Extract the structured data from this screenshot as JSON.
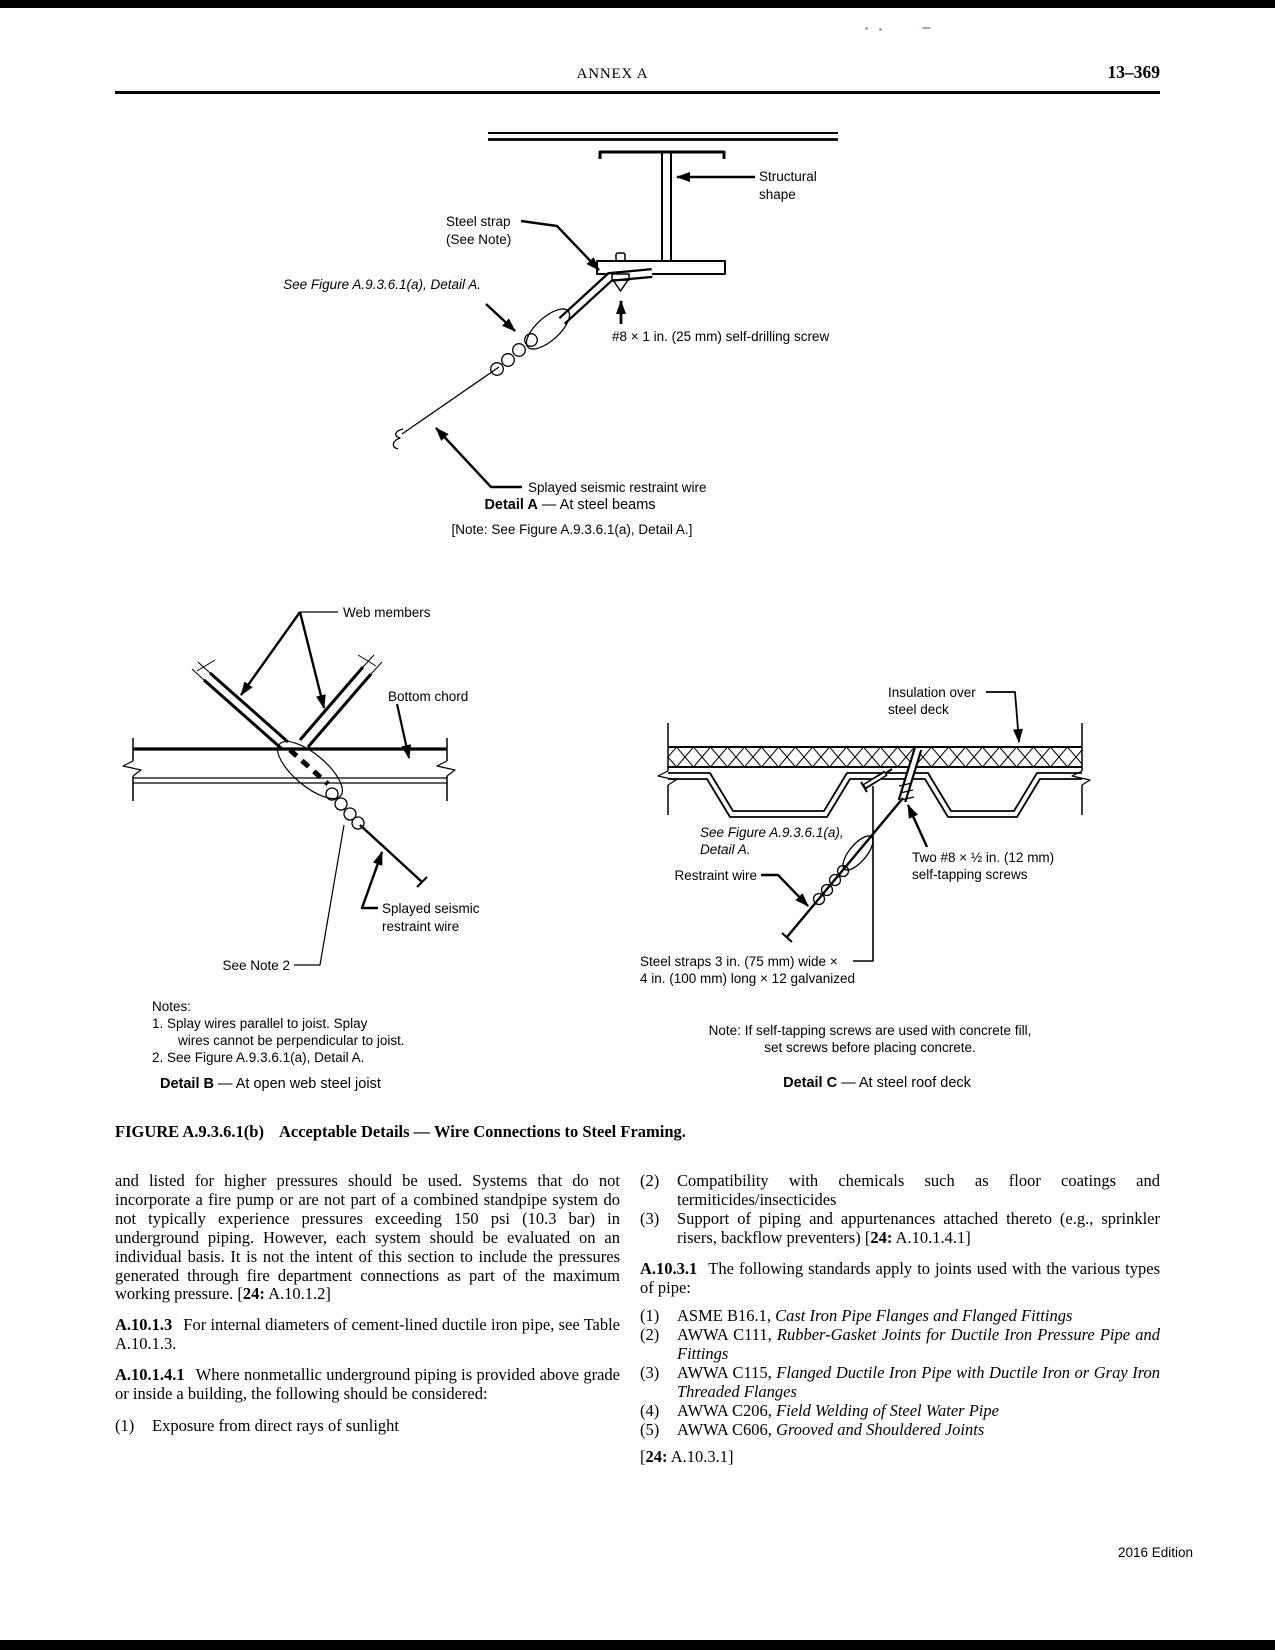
{
  "header": {
    "annex": "ANNEX A",
    "page_number": "13–369"
  },
  "figure": {
    "caption_label": "FIGURE A.9.3.6.1(b)",
    "caption_title": "Acceptable Details — Wire Connections to Steel Framing.",
    "detail_a": {
      "structural_shape": [
        "Structural",
        "shape"
      ],
      "steel_strap": [
        "Steel strap",
        "(See Note)"
      ],
      "see_figure": "See Figure A.9.3.6.1(a), Detail A.",
      "screw": "#8 × 1 in. (25 mm) self-drilling screw",
      "splayed_wire": "Splayed seismic restraint wire",
      "caption_bold": "Detail A",
      "caption_rest": " — At steel beams",
      "note": "[Note: See Figure A.9.3.6.1(a), Detail A.]"
    },
    "detail_b": {
      "web_members": "Web members",
      "bottom_chord": "Bottom chord",
      "splayed_wire": [
        "Splayed seismic",
        "restraint wire"
      ],
      "see_note_2": "See Note 2",
      "notes_title": "Notes:",
      "note1": [
        "1. Splay wires parallel to joist. Splay",
        "wires cannot be perpendicular to joist."
      ],
      "note2": "2. See Figure A.9.3.6.1(a), Detail A.",
      "caption_bold": "Detail B",
      "caption_rest": " — At open web steel joist"
    },
    "detail_c": {
      "insulation": [
        "Insulation over",
        "steel deck"
      ],
      "see_figure": [
        "See Figure A.9.3.6.1(a),",
        "Detail A."
      ],
      "restraint_wire": "Restraint wire",
      "screws": [
        "Two #8 × ½ in. (12 mm)",
        "self-tapping screws"
      ],
      "straps": [
        "Steel straps 3 in. (75 mm) wide ×",
        "4 in. (100 mm) long × 12 galvanized"
      ],
      "note": [
        "Note: If self-tapping screws are used with concrete fill,",
        "set screws before placing concrete."
      ],
      "caption_bold": "Detail C",
      "caption_rest": " — At steel roof deck"
    }
  },
  "body": {
    "left": {
      "p1_text": "and listed for higher pressures should be used. Systems that do not incorporate a fire pump or are not part of a combined standpipe system do not typically experience pressures exceeding 150 psi (10.3 bar) in underground piping. However, each system should be evaluated on an individual basis. It is not the intent of this section to include the pressures generated through fire department connections as part of the maximum working pressure. ",
      "p1_cite_open": "[",
      "p1_cite_num": "24:",
      "p1_cite_rest": " A.10.1.2]",
      "p2_num": "A.10.1.3",
      "p2_text": "For internal diameters of cement-lined ductile iron pipe, see Table A.10.1.3.",
      "p3_num": "A.10.1.4.1",
      "p3_text": "Where nonmetallic underground piping is provided above grade or inside a building, the following should be considered:",
      "item1_num": "(1)",
      "item1_text": "Exposure from direct rays of sunlight"
    },
    "right": {
      "item2_num": "(2)",
      "item2_text": "Compatibility with chemicals such as floor coatings and termiticides/insecticides",
      "item3_num": "(3)",
      "item3_text": "Support of piping and appurtenances attached thereto (e.g., sprinkler risers, backflow preventers) ",
      "item3_cite_open": "[",
      "item3_cite_num": "24:",
      "item3_cite_rest": " A.10.1.4.1]",
      "p1_num": "A.10.3.1",
      "p1_text": "The following standards apply to joints used with the various types of pipe:",
      "standards": [
        {
          "num": "(1)",
          "name": "ASME B16.1, ",
          "title": "Cast Iron Pipe Flanges and Flanged Fittings"
        },
        {
          "num": "(2)",
          "name": "AWWA C111, ",
          "title": "Rubber-Gasket Joints for Ductile Iron Pressure Pipe and Fittings"
        },
        {
          "num": "(3)",
          "name": "AWWA C115, ",
          "title": "Flanged Ductile Iron Pipe with Ductile Iron or Gray Iron Threaded Flanges"
        },
        {
          "num": "(4)",
          "name": "AWWA C206, ",
          "title": "Field Welding of Steel Water Pipe"
        },
        {
          "num": "(5)",
          "name": "AWWA C606, ",
          "title": "Grooved and Shouldered Joints"
        }
      ],
      "cite_open": "[",
      "cite_num": "24:",
      "cite_rest": " A.10.3.1]"
    }
  },
  "footer": {
    "edition": "2016 Edition"
  }
}
